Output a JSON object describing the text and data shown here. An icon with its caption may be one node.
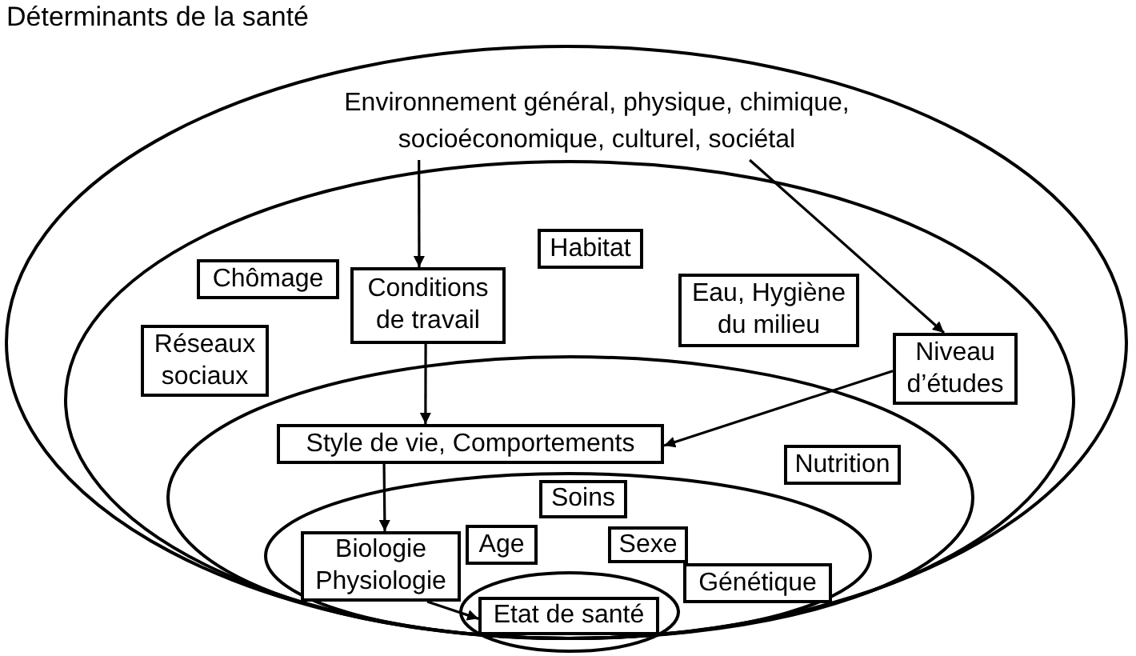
{
  "diagram": {
    "title": "Déterminants de la santé",
    "nodes": [
      {
        "text": [],
        "shape": "ellipse"
      },
      {
        "text": [
          "Environnement général, physique, chimique, socioéconomique, culturel, sociétal"
        ],
        "in": 0
      },
      {
        "text": [],
        "shape": "ellipse",
        "in": 0
      },
      {
        "text": [
          "Chômage"
        ],
        "in": 2
      },
      {
        "text": [
          "Conditions de travail"
        ],
        "in": 2
      },
      {
        "text": [
          "Habitat"
        ],
        "in": 2
      },
      {
        "text": [
          "Eau, Hygiène du milieu"
        ],
        "in": 2
      },
      {
        "text": [
          "Réseaux sociaux"
        ],
        "in": 2
      },
      {
        "text": [
          "Niveau d’études"
        ],
        "in": 2
      },
      {
        "text": [],
        "shape": "ellipse",
        "in": 2
      },
      {
        "text": [
          "Style de vie, Comportements"
        ],
        "in": 9
      },
      {
        "text": [
          "Nutrition"
        ],
        "in": 9
      },
      {
        "text": [],
        "shape": "ellipse",
        "in": 9
      },
      {
        "text": [
          "Soins"
        ],
        "in": 12
      },
      {
        "text": [
          "Biologie Physiologie"
        ],
        "in": 12
      },
      {
        "text": [
          "Age"
        ],
        "in": 12
      },
      {
        "text": [
          "Sexe"
        ],
        "in": 12
      },
      {
        "text": [
          "Génétique"
        ],
        "in": 12
      },
      {
        "text": [],
        "shape": "ellipse",
        "in": 12
      },
      {
        "text": [
          "Etat de santé"
        ],
        "in": 18
      }
    ],
    "edges": [
      {
        "from": 1,
        "to": 4,
        "arrow": "to"
      },
      {
        "from": 1,
        "to": 8,
        "arrow": "to"
      },
      {
        "from": 4,
        "to": 10,
        "arrow": "to"
      },
      {
        "from": 8,
        "to": 10,
        "arrow": "to"
      },
      {
        "from": 10,
        "to": 14,
        "arrow": "to"
      },
      {
        "from": 14,
        "to": 19,
        "arrow": "to"
      }
    ]
  }
}
